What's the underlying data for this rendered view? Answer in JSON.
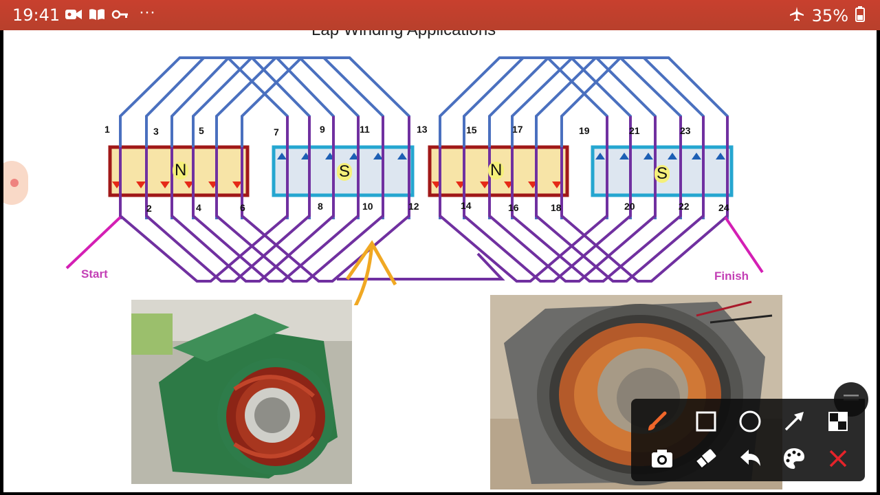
{
  "status_bar": {
    "time": "19:41",
    "icons_left": [
      "video-camera-icon",
      "book-icon",
      "key-icon",
      "more-icon"
    ],
    "more_glyph": "···",
    "battery_percent": "35%",
    "icons_right": [
      "airplane-icon",
      "battery-icon"
    ]
  },
  "slide": {
    "title": "Lap Winding Applications",
    "start_label": "Start",
    "finish_label": "Finish",
    "poles": [
      "N",
      "S",
      "N",
      "S"
    ],
    "slot_numbers": [
      "1",
      "2",
      "3",
      "4",
      "5",
      "6",
      "7",
      "8",
      "9",
      "10",
      "11",
      "12",
      "13",
      "14",
      "15",
      "16",
      "17",
      "18",
      "19",
      "20",
      "21",
      "22",
      "23",
      "24"
    ],
    "colors": {
      "winding_blue": "#4a70bf",
      "winding_purple": "#7030a0",
      "start_finish": "#d41fb4",
      "arrow": "#f0a823",
      "north_fill": "#f7e4a7",
      "south_fill": "#dde6f0"
    }
  },
  "toolbar": {
    "tools": [
      "brush-icon",
      "rectangle-icon",
      "circle-icon",
      "arrow-icon",
      "mosaic-icon",
      "camera-icon",
      "eraser-icon",
      "undo-icon",
      "palette-icon",
      "close-icon"
    ]
  }
}
